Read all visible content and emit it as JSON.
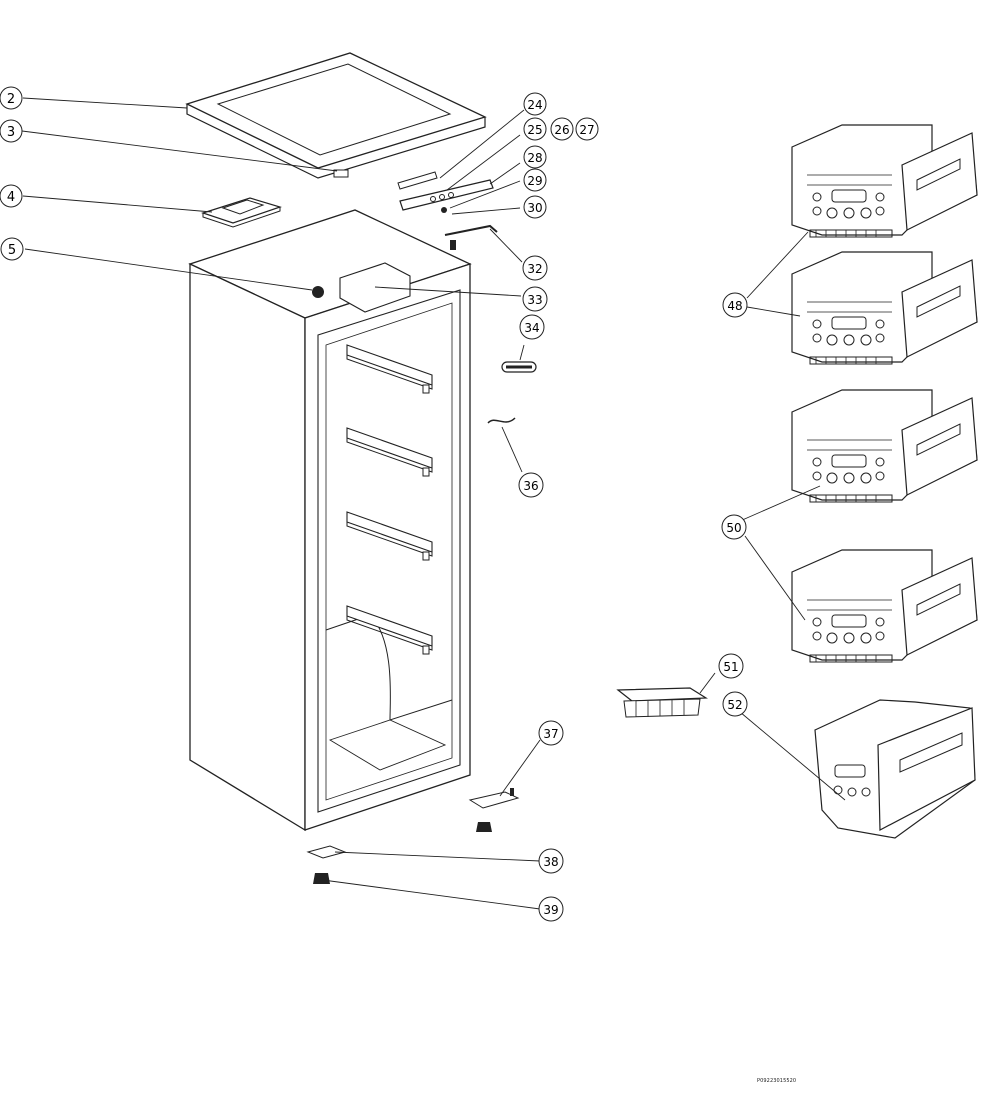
{
  "callouts": [
    "2",
    "3",
    "4",
    "5",
    "24",
    "25",
    "26",
    "27",
    "28",
    "29",
    "30",
    "32",
    "33",
    "34",
    "36",
    "37",
    "38",
    "39",
    "48",
    "50",
    "51",
    "52"
  ],
  "drawing_code": "P09223015520"
}
